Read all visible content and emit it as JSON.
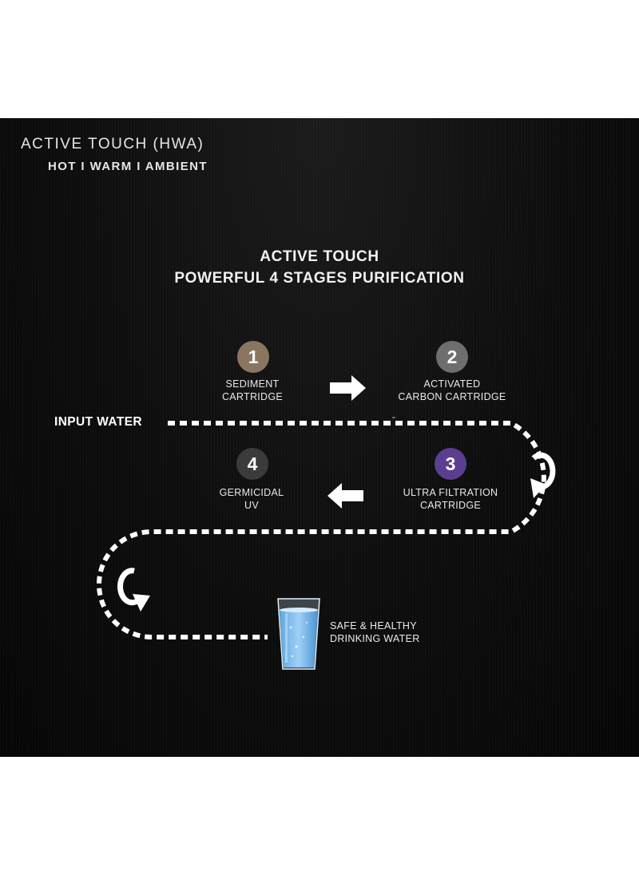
{
  "header": {
    "product_title": "ACTIVE TOUCH (HWA)",
    "modes": "HOT I WARM I AMBIENT"
  },
  "heading": {
    "line1": "ACTIVE TOUCH",
    "line2": "POWERFUL 4 STAGES PURIFICATION"
  },
  "flow": {
    "input_label": "INPUT WATER",
    "output_line1": "SAFE & HEALTHY",
    "output_line2": "DRINKING WATER"
  },
  "stages": [
    {
      "number": "1",
      "line1": "SEDIMENT",
      "line2": "CARTRIDGE",
      "color": "#8a7660"
    },
    {
      "number": "2",
      "line1": "ACTIVATED",
      "line2": "CARBON CARTRIDGE",
      "color": "#6e6e6e"
    },
    {
      "number": "3",
      "line1": "ULTRA FILTRATION",
      "line2": "CARTRIDGE",
      "color": "#5b3e8f"
    },
    {
      "number": "4",
      "line1": "GERMICIDAL",
      "line2": "UV",
      "color": "#3b3b3b"
    }
  ],
  "icons": {
    "arrow_right": "arrow-right-icon",
    "arrow_left": "arrow-left-icon",
    "curve_right": "curved-arrow-icon",
    "curve_left": "curved-arrow-icon",
    "glass": "water-glass-icon"
  }
}
